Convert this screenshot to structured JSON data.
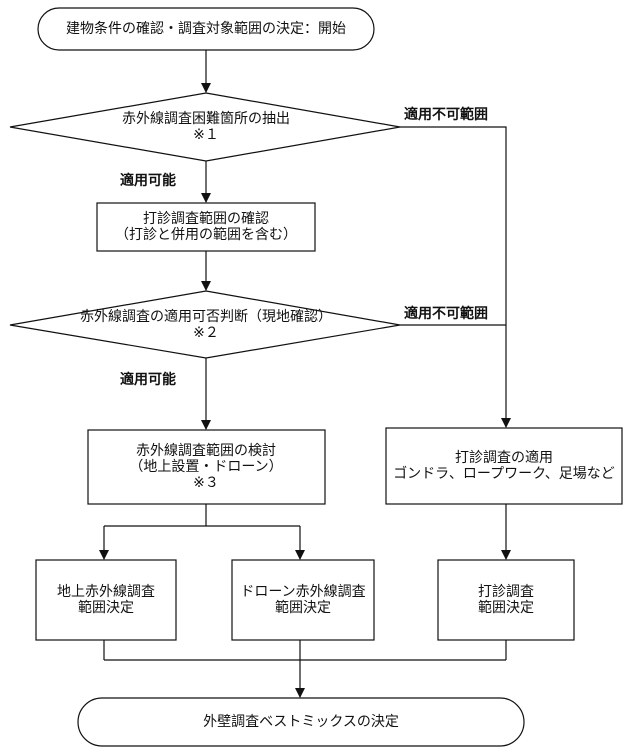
{
  "nodes": {
    "start": {
      "text": "建物条件の確認・調査対象範囲の決定：開始"
    },
    "decision1": {
      "line1": "赤外線調査困難箇所の抽出",
      "line2": "※１"
    },
    "label_possible_1": "適用可能",
    "label_notpossible_1": "適用不可範囲",
    "hammer_box": {
      "line1": "打診調査範囲の確認",
      "line2": "（打診と併用の範囲を含む）"
    },
    "decision2": {
      "line1": "赤外線調査の適用可否判断（現地確認）",
      "line2": "※２"
    },
    "label_possible_2": "適用可能",
    "label_notpossible_2": "適用不可範囲",
    "ir_scope_box": {
      "line1": "赤外線調査範囲の検討",
      "line2": "（地上設置・ドローン）",
      "line3": "※３"
    },
    "hammer_apply_box": {
      "line1": "打診調査の適用",
      "line2": "ゴンドラ、ロープワーク、足場など"
    },
    "ground_ir_box": {
      "line1": "地上赤外線調査",
      "line2": "範囲決定"
    },
    "drone_ir_box": {
      "line1": "ドローン赤外線調査",
      "line2": "範囲決定"
    },
    "hammer_decide_box": {
      "line1": "打診調査",
      "line2": "範囲決定"
    },
    "end": {
      "text": "外壁調査ベストミックスの決定"
    }
  }
}
